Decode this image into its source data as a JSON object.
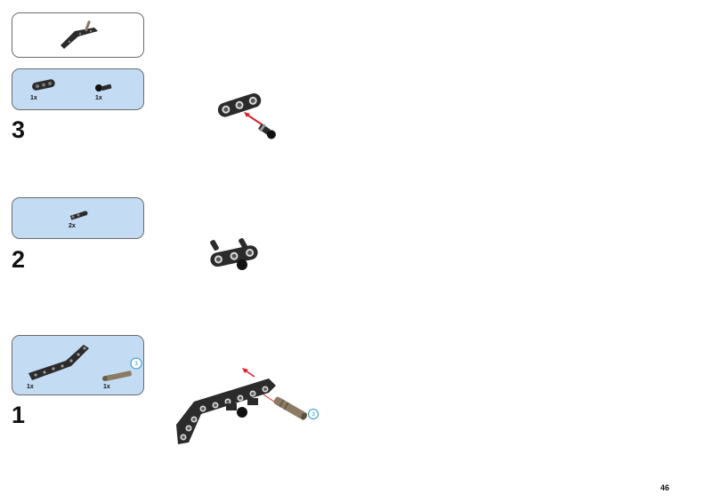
{
  "page_number": "46",
  "steps": [
    {
      "number": "3",
      "parts": [
        {
          "qty": "1x"
        },
        {
          "qty": "1x"
        }
      ]
    },
    {
      "number": "2",
      "parts": [
        {
          "qty": "2x"
        }
      ]
    },
    {
      "number": "1",
      "parts": [
        {
          "qty": "1x"
        },
        {
          "qty": "1x",
          "length_badge": "3"
        }
      ]
    }
  ],
  "main_length_badge": "3",
  "colors": {
    "callout_blue": "#c3dcf4",
    "beam_black": "#2b2b2b",
    "pin_tan": "#8b7b62",
    "arrow_red": "#d8222a",
    "badge_teal": "#2a9ac6"
  }
}
